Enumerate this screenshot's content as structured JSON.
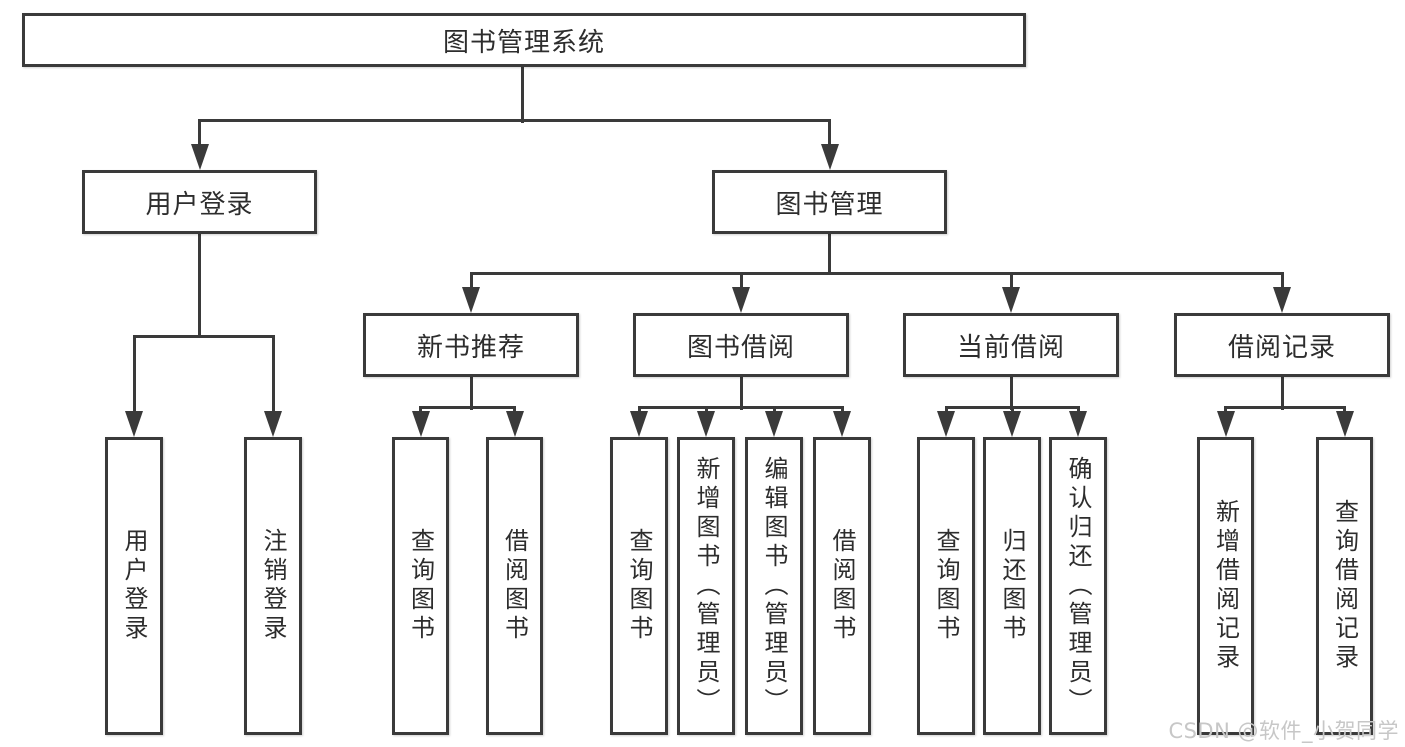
{
  "title": "图书管理系统",
  "watermark": {
    "text": "CSDN @软件_小贺同学"
  },
  "colors": {
    "line": "#3a3a3a",
    "text": "#2d2d2d",
    "box_bg": "#ffffff",
    "watermark": "#c7c7c7",
    "background": "#ffffff"
  },
  "nodes": {
    "root": {
      "label": "图书管理系统"
    },
    "user_login": {
      "label": "用户登录"
    },
    "book_mgmt": {
      "label": "图书管理"
    },
    "new_book_rec": {
      "label": "新书推荐"
    },
    "book_borrow": {
      "label": "图书借阅"
    },
    "current_borrow": {
      "label": "当前借阅"
    },
    "borrow_records": {
      "label": "借阅记录"
    },
    "ul_login": {
      "label": "用户登录"
    },
    "ul_logout": {
      "label": "注销登录"
    },
    "nbr_query": {
      "label": "查询图书"
    },
    "nbr_borrow": {
      "label": "借阅图书"
    },
    "bb_query": {
      "label": "查询图书"
    },
    "bb_add": {
      "label": "新增图书（管理员）"
    },
    "bb_edit": {
      "label": "编辑图书（管理员）"
    },
    "bb_borrow": {
      "label": "借阅图书"
    },
    "cb_query": {
      "label": "查询图书"
    },
    "cb_return": {
      "label": "归还图书"
    },
    "cb_confirm": {
      "label": "确认归还（管理员）"
    },
    "br_add": {
      "label": "新增借阅记录"
    },
    "br_query": {
      "label": "查询借阅记录"
    }
  },
  "hierarchy": {
    "root": [
      "user_login",
      "book_mgmt"
    ],
    "user_login": [
      "ul_login",
      "ul_logout"
    ],
    "book_mgmt": [
      "new_book_rec",
      "book_borrow",
      "current_borrow",
      "borrow_records"
    ],
    "new_book_rec": [
      "nbr_query",
      "nbr_borrow"
    ],
    "book_borrow": [
      "bb_query",
      "bb_add",
      "bb_edit",
      "bb_borrow"
    ],
    "current_borrow": [
      "cb_query",
      "cb_return",
      "cb_confirm"
    ],
    "borrow_records": [
      "br_add",
      "br_query"
    ]
  }
}
